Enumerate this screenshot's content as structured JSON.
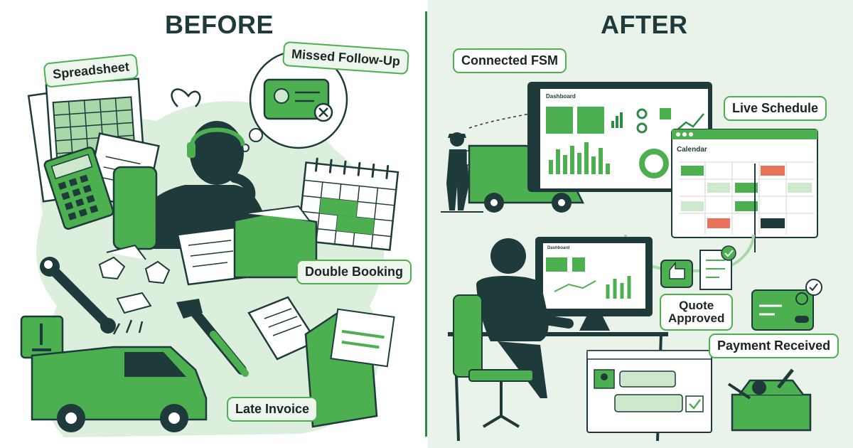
{
  "headings": {
    "before": "BEFORE",
    "after": "AFTER"
  },
  "before_labels": {
    "spreadsheet": "Spreadsheet",
    "missed_follow_up": "Missed Follow-Up",
    "double_booking": "Double Booking",
    "late_invoice": "Late Invoice"
  },
  "after_labels": {
    "connected_fsm": "Connected FSM",
    "live_schedule": "Live Schedule",
    "quote_approved_line1": "Quote",
    "quote_approved_line2": "Approved",
    "payment_received": "Payment Received"
  },
  "screens": {
    "dashboard_title": "Dashboard",
    "calendar_title": "Calendar",
    "small_dashboard_title": "Dashboard"
  },
  "colors": {
    "dark": "#1f3a3a",
    "green": "#4caf50",
    "green_dark": "#2e8b45",
    "green_light": "#cde8cd",
    "mint_bg": "#eaf3ea",
    "red_event": "#e8735a"
  },
  "icons": [
    "wrench-icon",
    "pipe-wrench-icon",
    "calculator-icon",
    "calendar-icon",
    "folder-icon",
    "headset-icon",
    "thumbs-up-icon",
    "checkmark-icon",
    "credit-card-icon",
    "toolbox-icon",
    "chat-icon",
    "van-icon"
  ]
}
